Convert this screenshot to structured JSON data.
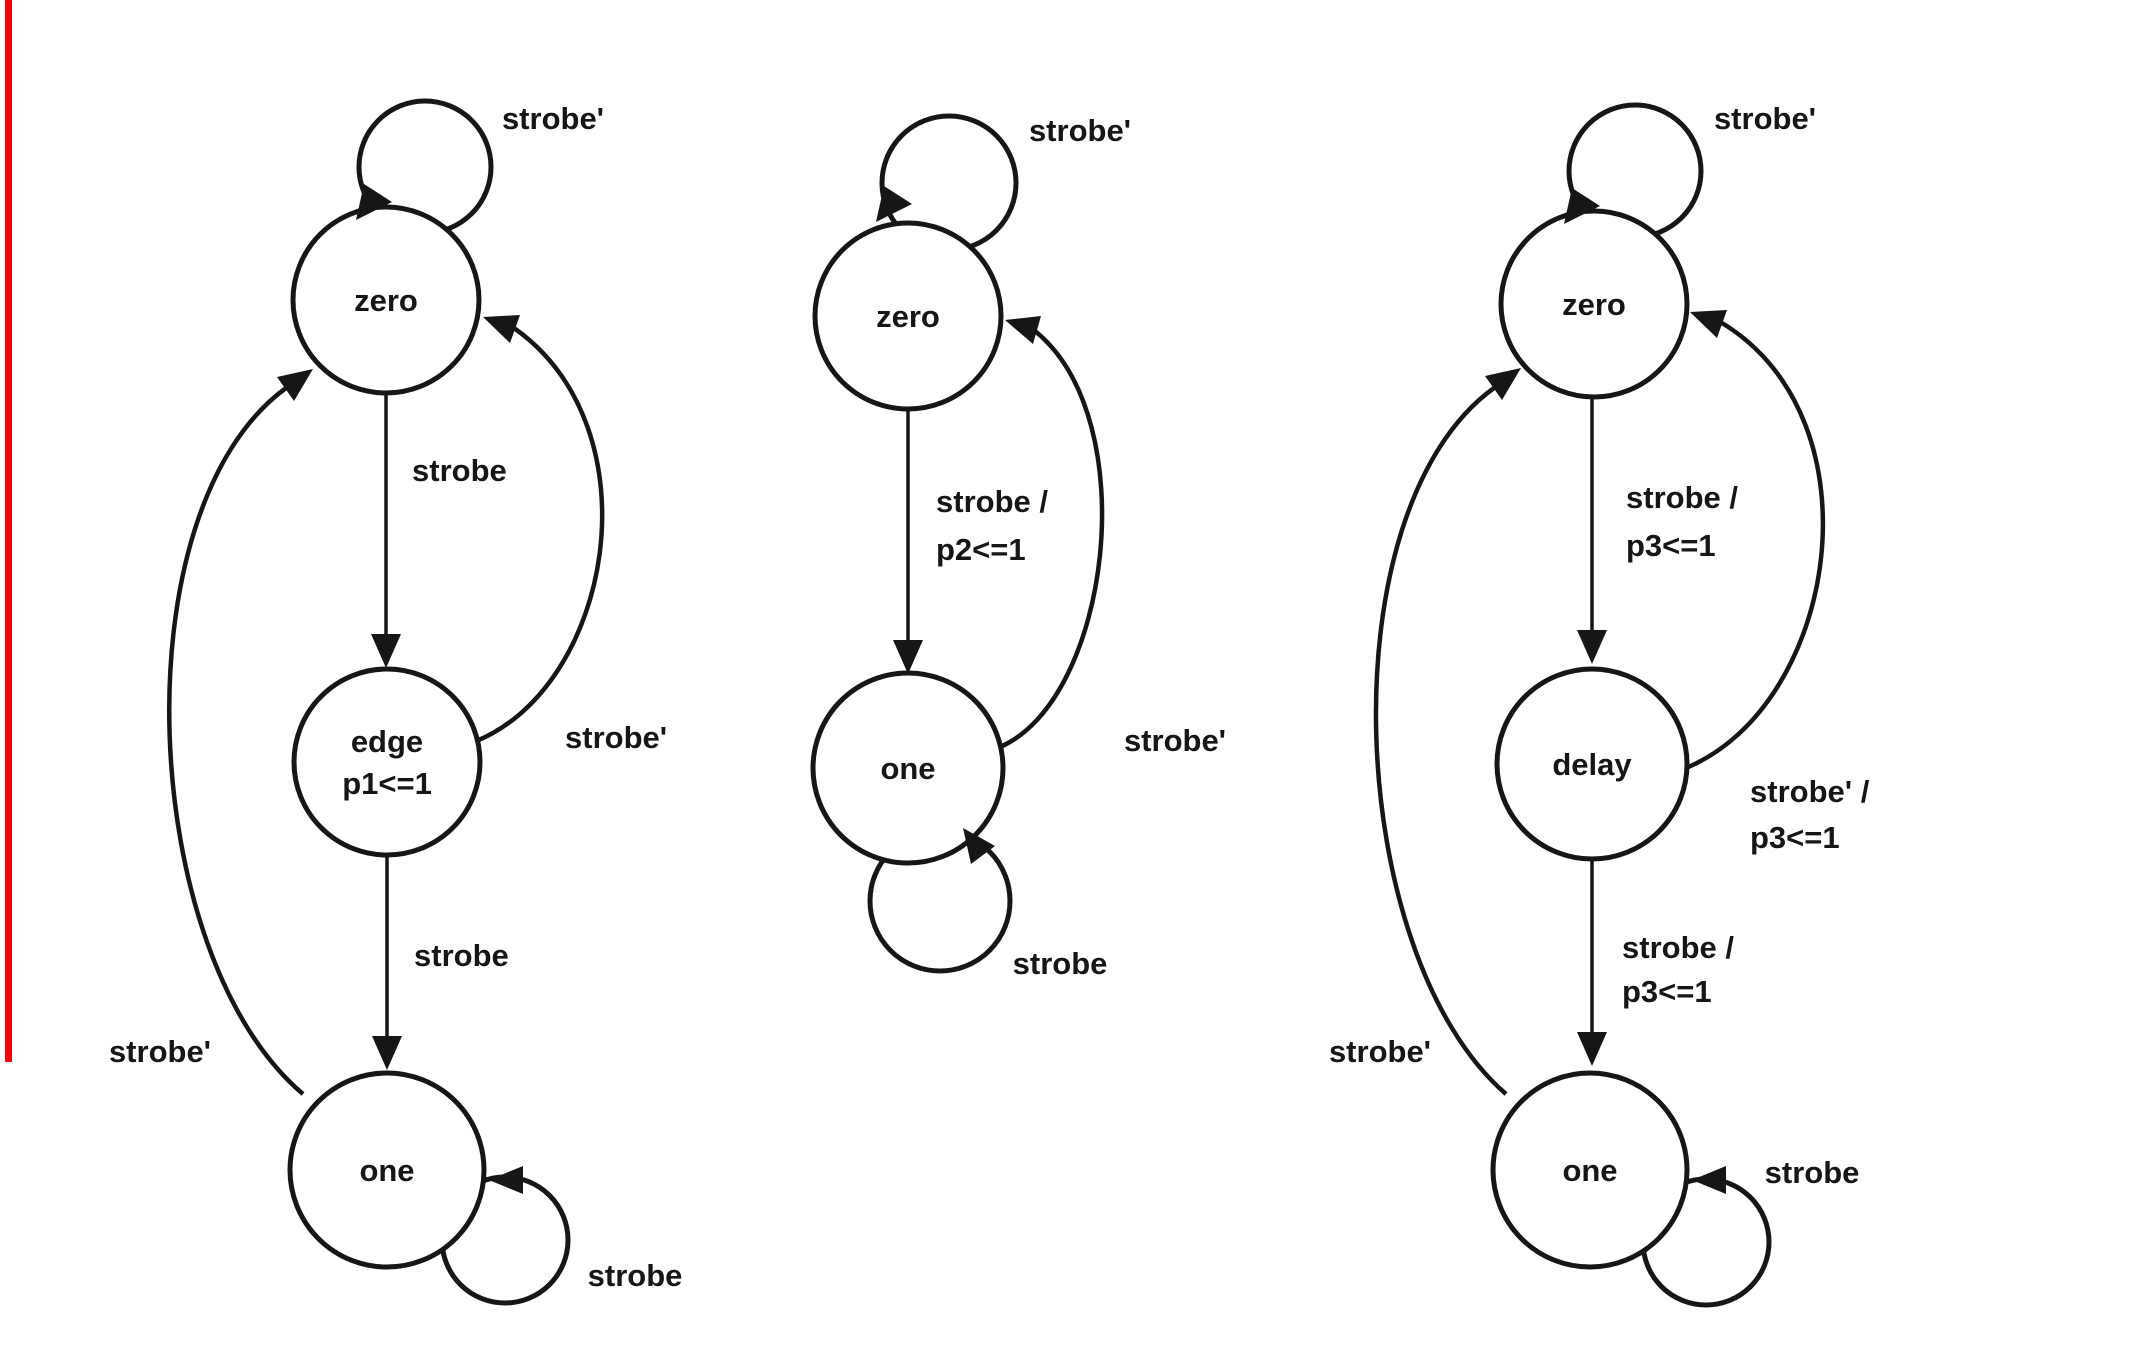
{
  "colors": {
    "ink": "#161616",
    "background": "#ffffff",
    "margin_line": "#f40009"
  },
  "diagrams": [
    {
      "states": [
        {
          "label": "zero"
        },
        {
          "label": "edge",
          "label_lines": [
            "edge",
            "p1<=1"
          ]
        },
        {
          "label": "one"
        }
      ],
      "transitions": [
        {
          "from": "zero",
          "to": "zero",
          "label": "strobe'"
        },
        {
          "from": "zero",
          "to": "edge",
          "label": "strobe"
        },
        {
          "from": "edge",
          "to": "zero",
          "label": "strobe'"
        },
        {
          "from": "edge",
          "to": "one",
          "label": "strobe"
        },
        {
          "from": "one",
          "to": "zero",
          "label": "strobe'"
        },
        {
          "from": "one",
          "to": "one",
          "label": "strobe"
        }
      ]
    },
    {
      "states": [
        {
          "label": "zero"
        },
        {
          "label": "one"
        }
      ],
      "transitions": [
        {
          "from": "zero",
          "to": "zero",
          "label": "strobe'"
        },
        {
          "from": "zero",
          "to": "one",
          "label": "strobe / p2<=1",
          "label_lines": [
            "strobe /",
            "p2<=1"
          ]
        },
        {
          "from": "one",
          "to": "zero",
          "label": "strobe'"
        },
        {
          "from": "one",
          "to": "one",
          "label": "strobe"
        }
      ]
    },
    {
      "states": [
        {
          "label": "zero"
        },
        {
          "label": "delay"
        },
        {
          "label": "one"
        }
      ],
      "transitions": [
        {
          "from": "zero",
          "to": "zero",
          "label": "strobe'"
        },
        {
          "from": "zero",
          "to": "delay",
          "label": "strobe / p3<=1",
          "label_lines": [
            "strobe /",
            "p3<=1"
          ]
        },
        {
          "from": "delay",
          "to": "zero",
          "label": "strobe' / p3<=1",
          "label_lines": [
            "strobe' /",
            "p3<=1"
          ]
        },
        {
          "from": "delay",
          "to": "one",
          "label": "strobe / p3<=1",
          "label_lines": [
            "strobe /",
            "p3<=1"
          ]
        },
        {
          "from": "one",
          "to": "zero",
          "label": "strobe'"
        },
        {
          "from": "one",
          "to": "one",
          "label": "strobe"
        }
      ]
    }
  ]
}
